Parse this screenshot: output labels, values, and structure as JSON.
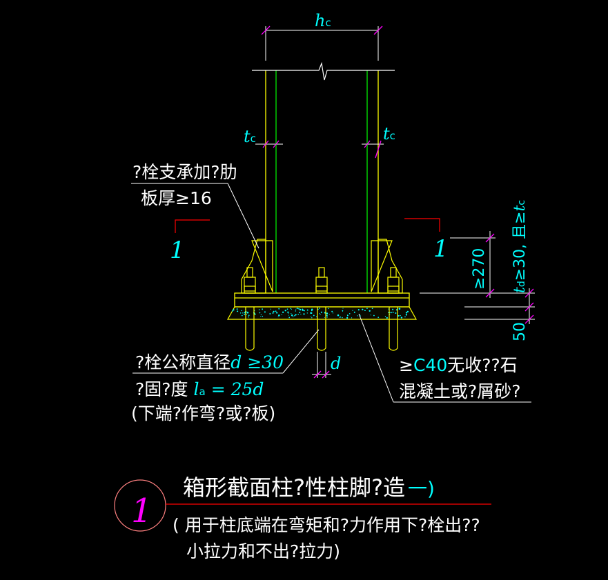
{
  "drawing": {
    "dim_hc": {
      "main": "h",
      "sub": "c"
    },
    "dim_tc_left": {
      "main": "t",
      "sub": "c"
    },
    "dim_tc_right": {
      "main": "t",
      "sub": "c"
    },
    "dim_d": "d",
    "dim_270": "≥270",
    "dim_50": "50",
    "dim_td": {
      "a": "t",
      "sub": "d",
      "b": "≥30, 且≥",
      "c": "t",
      "csub": "c"
    },
    "section_mark_left": "1",
    "section_mark_right": "1",
    "label_rib_line1": "?栓支承加?肋",
    "label_rib_line2": "板厚≥16",
    "label_bolt_line1_a": "?栓公称直径",
    "label_bolt_line1_b": "d ≥30",
    "label_bolt_line2_a": "?固?度",
    "label_bolt_line2_b": "l",
    "label_bolt_line2_sub": "a",
    "label_bolt_line2_c": " = 25d",
    "label_bolt_line3": "(下端?作弯?或?板)",
    "label_grout_line1_a": "≥",
    "label_grout_line1_b": "C40",
    "label_grout_line1_c": "无收??石",
    "label_grout_line2": "混凝土或?屑砂?",
    "detail_number": "1",
    "title_main": "箱形截面柱?性柱脚?造",
    "title_suffix": "一)",
    "subtitle_line1": "( 用于柱底端在弯矩和?力作用下?栓出??",
    "subtitle_line2": "小拉力和不出?拉力)"
  },
  "colors": {
    "background": "#000000",
    "steel": "#ffff00",
    "inner": "#00ff00",
    "dimension": "#ff00ff",
    "text_white": "#ffffff",
    "text_cyan": "#00ffff",
    "section_red": "#ff0000",
    "circle": "#ff8080"
  }
}
